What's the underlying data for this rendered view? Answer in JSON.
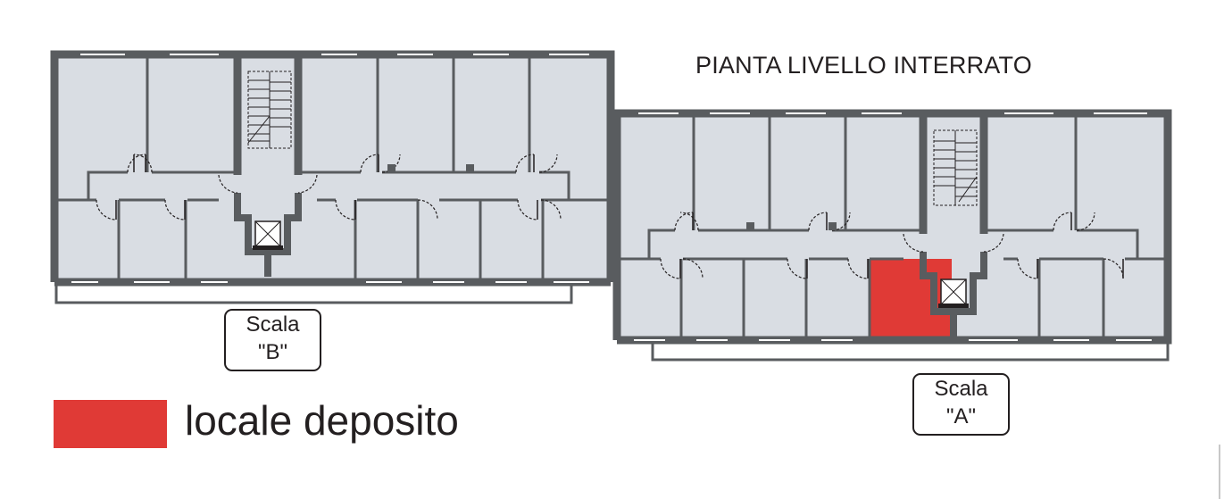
{
  "title": "PIANTA LIVELLO INTERRATO",
  "scala_b": {
    "line1": "Scala",
    "line2": "\"B\""
  },
  "scala_a": {
    "line1": "Scala",
    "line2": "\"A\""
  },
  "legend": {
    "label": "locale deposito",
    "color": "#e03a36"
  },
  "colors": {
    "wall": "#595c5f",
    "room_fill": "#d9dde3",
    "highlight": "#e03a36",
    "text": "#231f20"
  }
}
